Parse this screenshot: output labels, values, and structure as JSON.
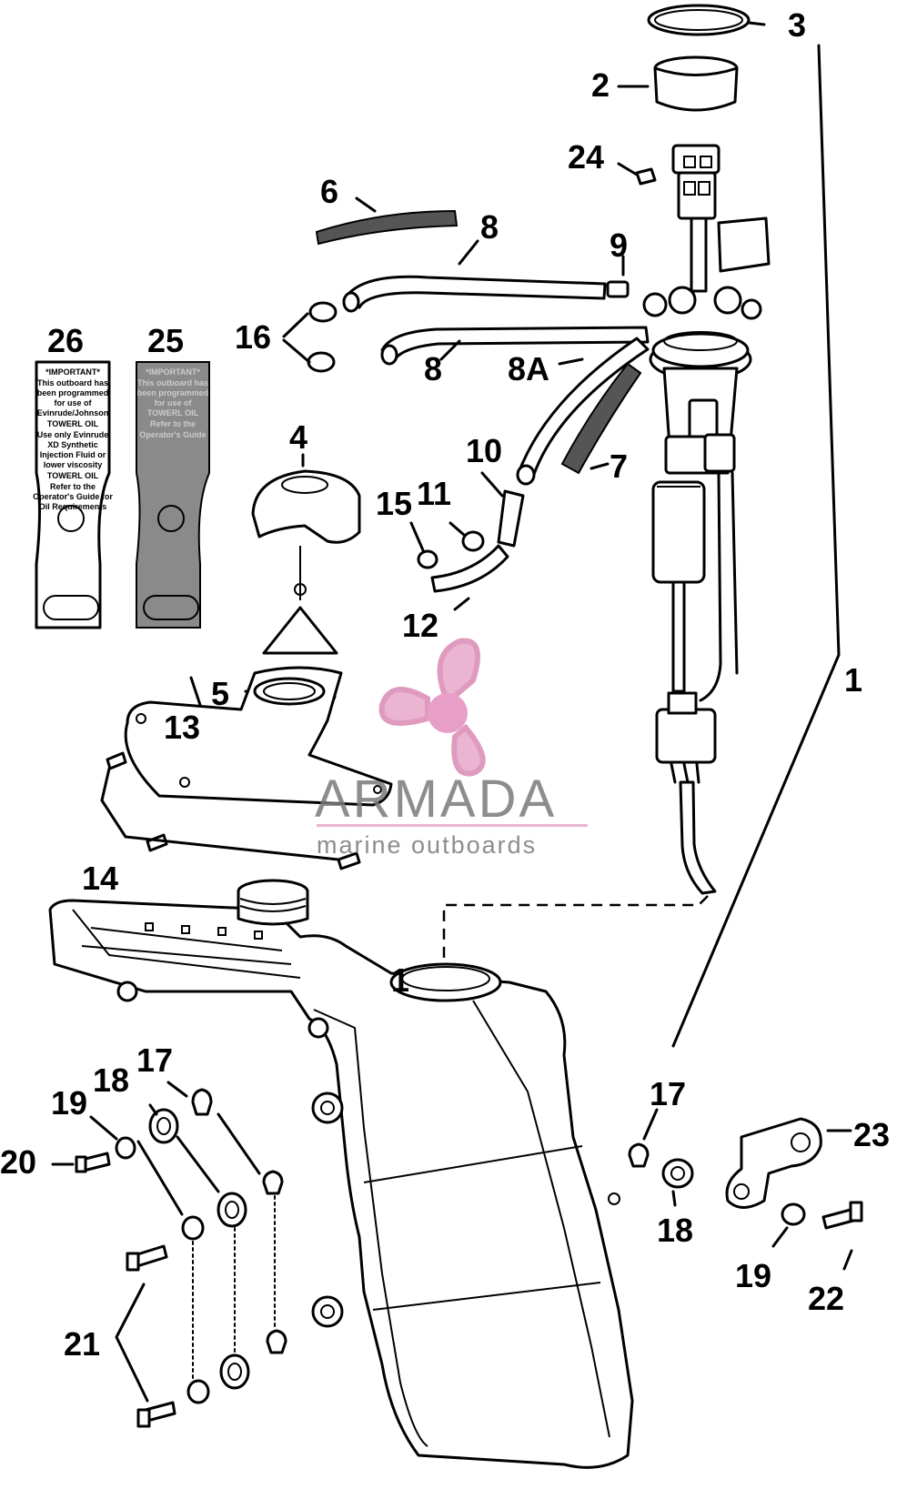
{
  "callouts": {
    "c1a": "1",
    "c1b": "1",
    "c2": "2",
    "c3": "3",
    "c4": "4",
    "c5": "5",
    "c6": "6",
    "c7": "7",
    "c8a": "8",
    "c8b": "8",
    "c8A": "8A",
    "c9": "9",
    "c10": "10",
    "c11": "11",
    "c12": "12",
    "c13": "13",
    "c14": "14",
    "c15": "15",
    "c16": "16",
    "c17a": "17",
    "c17b": "17",
    "c18a": "18",
    "c18b": "18",
    "c19a": "19",
    "c19b": "19",
    "c20": "20",
    "c21": "21",
    "c22": "22",
    "c23": "23",
    "c24": "24",
    "c25": "25",
    "c26": "26"
  },
  "label26": {
    "lines": [
      "*IMPORTANT*",
      "This outboard has",
      "been programmed",
      "for use of",
      "Evinrude/Johnson",
      "TOWERL OIL",
      "Use only Evinrude",
      "XD Synthetic",
      "Injection Fluid or",
      "lower viscosity",
      "TOWERL OIL",
      "Refer to the",
      "Operator's Guide for",
      "Oil Requirements"
    ]
  },
  "label25": {
    "lines": [
      "*IMPORTANT*",
      "This outboard has",
      "been programmed",
      "for use of",
      "TOWERL OIL",
      "Refer to the",
      "Operator's Guide"
    ]
  },
  "watermark": {
    "title": "ARMADA",
    "subtitle": "marine outboards",
    "accent": "#e8a7c8"
  }
}
